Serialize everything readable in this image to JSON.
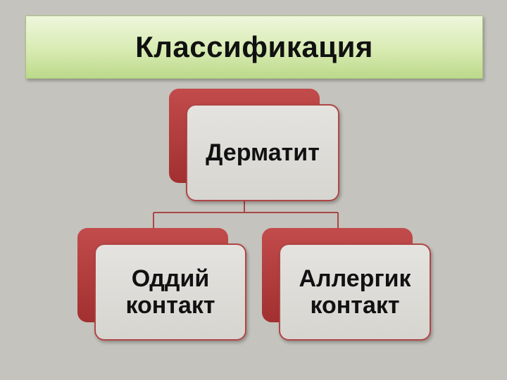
{
  "title": "Классификация",
  "root": {
    "label": "Дерматит"
  },
  "children": [
    {
      "line1": "Оддий",
      "line2": "контакт"
    },
    {
      "line1": "Аллергик",
      "line2": "контакт"
    }
  ],
  "colors": {
    "background": "#c4c3bd",
    "banner": "#d8ebb2",
    "card_back": "#a23030",
    "card_front": "#dcdbd7",
    "connector": "#a84848"
  }
}
